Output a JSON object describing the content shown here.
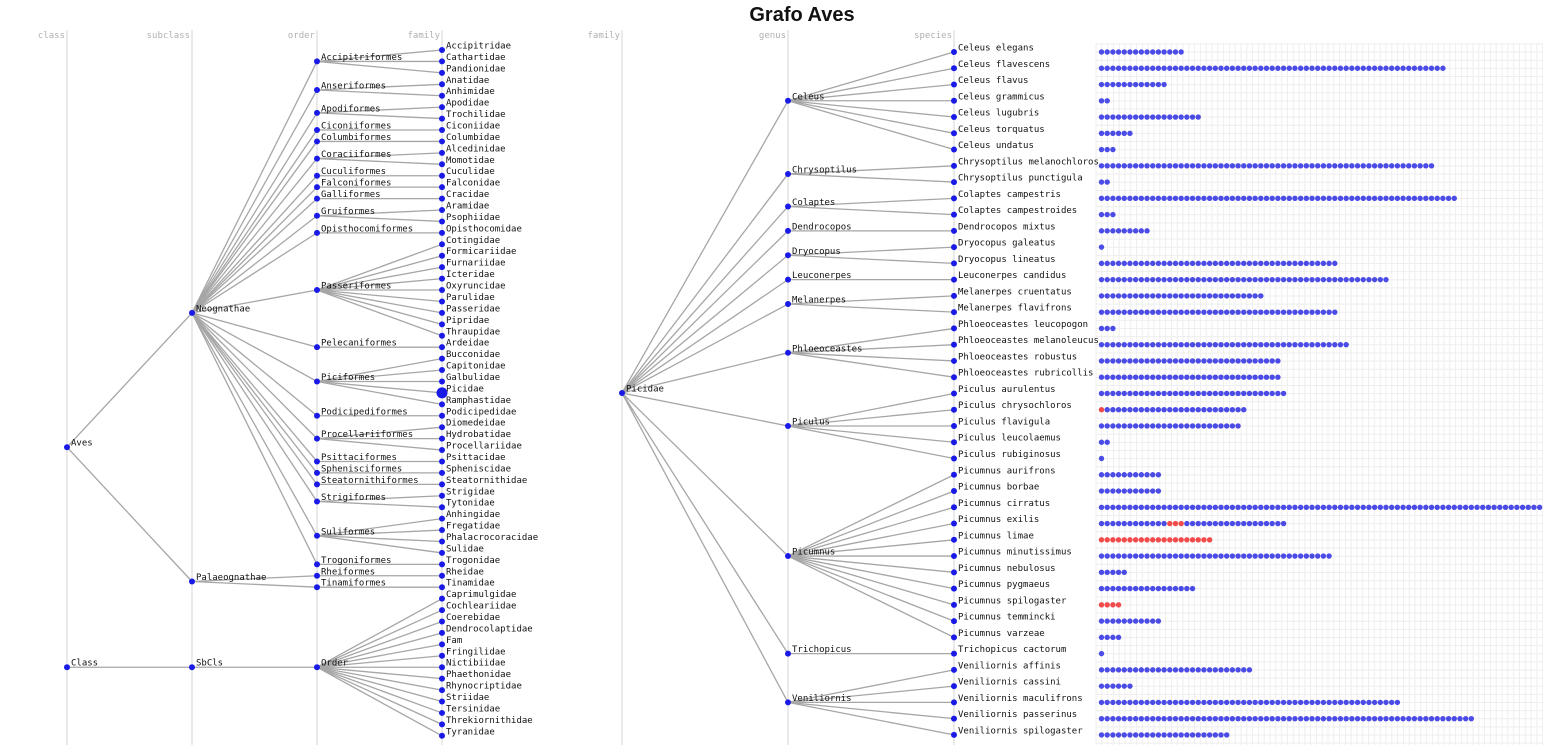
{
  "title": "Grafo Aves",
  "colors": {
    "node": "#1a1ae6",
    "edge": "#a6a6a6",
    "dot": "#4b4be6",
    "dot_alt": "#f24b4b",
    "axis": "#d6d6d6",
    "header": "#b0b0b0"
  },
  "left_tree": {
    "headers": [
      "class",
      "subclass",
      "order",
      "family"
    ],
    "class": [
      {
        "label": "Aves",
        "subclasses": [
          "Neognathae",
          "Palaeognathae"
        ]
      },
      {
        "label": "Class",
        "subclasses": [
          "SbCls"
        ]
      }
    ],
    "subclasses": [
      {
        "label": "Neognathae",
        "orders": [
          "Accipitriformes",
          "Anseriformes",
          "Apodiformes",
          "Ciconiiformes",
          "Columbiformes",
          "Coraciiformes",
          "Cuculiformes",
          "Falconiformes",
          "Galliformes",
          "Gruiformes",
          "Opisthocomiformes",
          "Passeriformes",
          "Pelecaniformes",
          "Piciformes",
          "Podicipediformes",
          "Procellariiformes",
          "Psittaciformes",
          "Sphenisciformes",
          "Steatornithiformes",
          "Strigiformes",
          "Suliformes",
          "Trogoniformes"
        ]
      },
      {
        "label": "Palaeognathae",
        "orders": [
          "Rheiformes",
          "Tinamiformes"
        ]
      },
      {
        "label": "SbCls",
        "orders": [
          "Order"
        ]
      }
    ],
    "orders": [
      {
        "label": "Accipitriformes",
        "families": [
          "Accipitridae",
          "Cathartidae",
          "Pandionidae"
        ]
      },
      {
        "label": "Anseriformes",
        "families": [
          "Anatidae",
          "Anhimidae"
        ]
      },
      {
        "label": "Apodiformes",
        "families": [
          "Apodidae",
          "Trochilidae"
        ]
      },
      {
        "label": "Ciconiiformes",
        "families": [
          "Ciconiidae"
        ]
      },
      {
        "label": "Columbiformes",
        "families": [
          "Columbidae"
        ]
      },
      {
        "label": "Coraciiformes",
        "families": [
          "Alcedinidae",
          "Momotidae"
        ]
      },
      {
        "label": "Cuculiformes",
        "families": [
          "Cuculidae"
        ]
      },
      {
        "label": "Falconiformes",
        "families": [
          "Falconidae"
        ]
      },
      {
        "label": "Galliformes",
        "families": [
          "Cracidae"
        ]
      },
      {
        "label": "Gruiformes",
        "families": [
          "Aramidae",
          "Psophiidae"
        ]
      },
      {
        "label": "Opisthocomiformes",
        "families": [
          "Opisthocomidae"
        ]
      },
      {
        "label": "Passeriformes",
        "families": [
          "Cotingidae",
          "Formicariidae",
          "Furnariidae",
          "Icteridae",
          "Oxyruncidae",
          "Parulidae",
          "Passeridae",
          "Pipridae",
          "Thraupidae"
        ]
      },
      {
        "label": "Pelecaniformes",
        "families": [
          "Ardeidae"
        ]
      },
      {
        "label": "Piciformes",
        "families": [
          "Bucconidae",
          "Capitonidae",
          "Galbulidae",
          "Picidae",
          "Ramphastidae"
        ]
      },
      {
        "label": "Podicipediformes",
        "families": [
          "Podicipedidae"
        ]
      },
      {
        "label": "Procellariiformes",
        "families": [
          "Diomedeidae",
          "Hydrobatidae",
          "Procellariidae"
        ]
      },
      {
        "label": "Psittaciformes",
        "families": [
          "Psittacidae"
        ]
      },
      {
        "label": "Sphenisciformes",
        "families": [
          "Spheniscidae"
        ]
      },
      {
        "label": "Steatornithiformes",
        "families": [
          "Steatornithidae"
        ]
      },
      {
        "label": "Strigiformes",
        "families": [
          "Strigidae",
          "Tytonidae"
        ]
      },
      {
        "label": "Suliformes",
        "families": [
          "Anhingidae",
          "Fregatidae",
          "Phalacrocoracidae",
          "Sulidae"
        ]
      },
      {
        "label": "Trogoniformes",
        "families": [
          "Trogonidae"
        ]
      },
      {
        "label": "Rheiformes",
        "families": [
          "Rheidae"
        ]
      },
      {
        "label": "Tinamiformes",
        "families": [
          "Tinamidae"
        ]
      },
      {
        "label": "Order",
        "families": [
          "Caprimulgidae",
          "Cochleariidae",
          "Coerebidae",
          "Dendrocolaptidae",
          "Fam",
          "Fringilidae",
          "Nictibiidae",
          "Phaethonidae",
          "Rhynocriptidae",
          "Striidae",
          "Tersinidae",
          "Threkiornithidae",
          "Tyranidae"
        ]
      }
    ],
    "selected_family": "Picidae"
  },
  "right_tree": {
    "headers": [
      "family",
      "genus",
      "species"
    ],
    "family": "Picidae",
    "genera": [
      {
        "label": "Celeus",
        "species": [
          {
            "name": "Celeus elegans",
            "count": 15,
            "red": []
          },
          {
            "name": "Celeus flavescens",
            "count": 61,
            "red": []
          },
          {
            "name": "Celeus flavus",
            "count": 12,
            "red": []
          },
          {
            "name": "Celeus grammicus",
            "count": 2,
            "red": []
          },
          {
            "name": "Celeus lugubris",
            "count": 18,
            "red": []
          },
          {
            "name": "Celeus torquatus",
            "count": 6,
            "red": []
          },
          {
            "name": "Celeus undatus",
            "count": 3,
            "red": []
          }
        ]
      },
      {
        "label": "Chrysoptilus",
        "species": [
          {
            "name": "Chrysoptilus melanochloros",
            "count": 59,
            "red": []
          },
          {
            "name": "Chrysoptilus punctigula",
            "count": 2,
            "red": []
          }
        ]
      },
      {
        "label": "Colaptes",
        "species": [
          {
            "name": "Colaptes campestris",
            "count": 63,
            "red": []
          },
          {
            "name": "Colaptes campestroides",
            "count": 3,
            "red": []
          }
        ]
      },
      {
        "label": "Dendrocopos",
        "species": [
          {
            "name": "Dendrocopos mixtus",
            "count": 9,
            "red": []
          }
        ]
      },
      {
        "label": "Dryocopus",
        "species": [
          {
            "name": "Dryocopus galeatus",
            "count": 1,
            "red": []
          },
          {
            "name": "Dryocopus lineatus",
            "count": 42,
            "red": []
          }
        ]
      },
      {
        "label": "Leuconerpes",
        "species": [
          {
            "name": "Leuconerpes candidus",
            "count": 51,
            "red": []
          }
        ]
      },
      {
        "label": "Melanerpes",
        "species": [
          {
            "name": "Melanerpes cruentatus",
            "count": 29,
            "red": []
          },
          {
            "name": "Melanerpes flavifrons",
            "count": 42,
            "red": []
          }
        ]
      },
      {
        "label": "Phloeoceastes",
        "species": [
          {
            "name": "Phloeoceastes leucopogon",
            "count": 3,
            "red": []
          },
          {
            "name": "Phloeoceastes melanoleucus",
            "count": 44,
            "red": []
          },
          {
            "name": "Phloeoceastes robustus",
            "count": 32,
            "red": []
          },
          {
            "name": "Phloeoceastes rubricollis",
            "count": 32,
            "red": []
          }
        ]
      },
      {
        "label": "Piculus",
        "species": [
          {
            "name": "Piculus aurulentus",
            "count": 33,
            "red": []
          },
          {
            "name": "Piculus chrysochloros",
            "count": 26,
            "red": [
              0
            ]
          },
          {
            "name": "Piculus flavigula",
            "count": 25,
            "red": []
          },
          {
            "name": "Piculus leucolaemus",
            "count": 2,
            "red": []
          },
          {
            "name": "Piculus rubiginosus",
            "count": 1,
            "red": []
          }
        ]
      },
      {
        "label": "Picumnus",
        "species": [
          {
            "name": "Picumnus aurifrons",
            "count": 11,
            "red": []
          },
          {
            "name": "Picumnus borbae",
            "count": 11,
            "red": []
          },
          {
            "name": "Picumnus cirratus",
            "count": 79,
            "red": []
          },
          {
            "name": "Picumnus exilis",
            "count": 33,
            "red": [
              12,
              13,
              14
            ]
          },
          {
            "name": "Picumnus limae",
            "count": 20,
            "red": "all"
          },
          {
            "name": "Picumnus minutissimus",
            "count": 41,
            "red": []
          },
          {
            "name": "Picumnus nebulosus",
            "count": 5,
            "red": []
          },
          {
            "name": "Picumnus pygmaeus",
            "count": 17,
            "red": []
          },
          {
            "name": "Picumnus spilogaster",
            "count": 4,
            "red": "all"
          },
          {
            "name": "Picumnus temmincki",
            "count": 11,
            "red": []
          },
          {
            "name": "Picumnus varzeae",
            "count": 4,
            "red": []
          }
        ]
      },
      {
        "label": "Trichopicus",
        "species": [
          {
            "name": "Trichopicus cactorum",
            "count": 1,
            "red": []
          }
        ]
      },
      {
        "label": "Veniliornis",
        "species": [
          {
            "name": "Veniliornis affinis",
            "count": 27,
            "red": []
          },
          {
            "name": "Veniliornis cassini",
            "count": 6,
            "red": []
          },
          {
            "name": "Veniliornis maculifrons",
            "count": 53,
            "red": []
          },
          {
            "name": "Veniliornis passerinus",
            "count": 66,
            "red": []
          },
          {
            "name": "Veniliornis spilogaster",
            "count": 23,
            "red": []
          }
        ]
      }
    ]
  }
}
